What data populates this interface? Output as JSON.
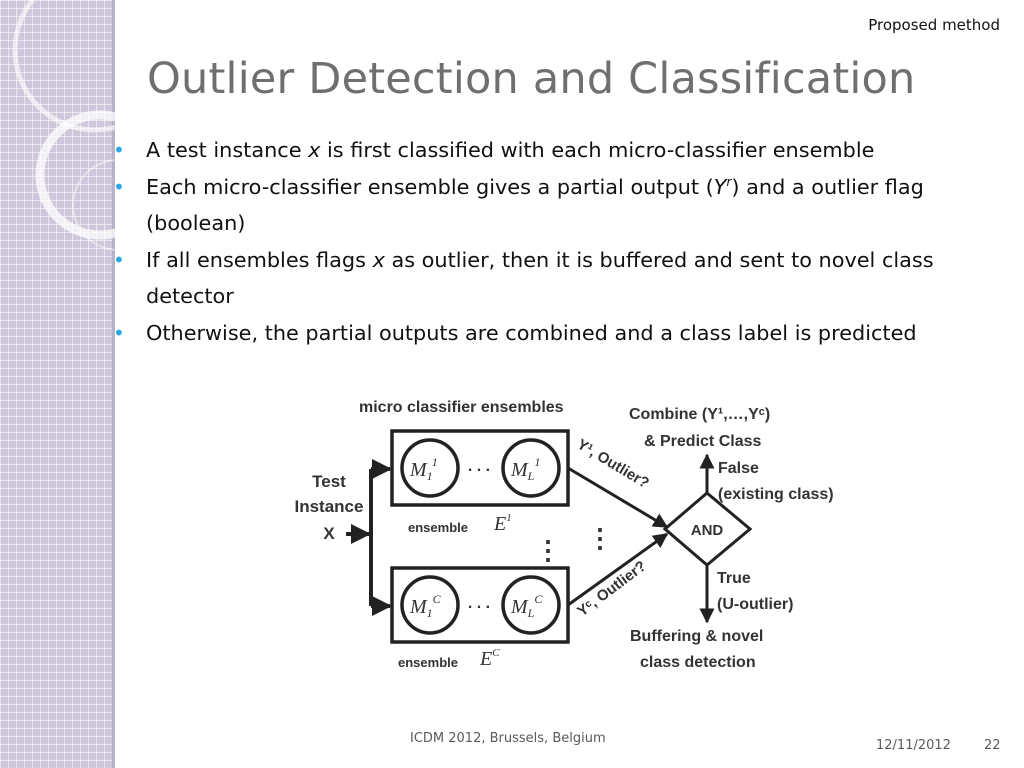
{
  "header": {
    "section": "Proposed method"
  },
  "slide": {
    "title": "Outlier Detection and Classification"
  },
  "bullets": [
    {
      "pre": "A test instance ",
      "var": "x",
      "post": " is first classified with each micro-classifier ensemble"
    },
    {
      "pre": "Each micro-classifier ensemble gives a partial output (",
      "var": "Y",
      "sup": "r",
      "post": ") and a outlier flag (boolean)"
    },
    {
      "pre": "If all ensembles flags ",
      "var": "x",
      "post": " as outlier, then it is buffered and sent to novel class detector"
    },
    {
      "text": "Otherwise, the partial outputs are combined and a class label is predicted"
    }
  ],
  "diagram": {
    "top_label": "micro classifier  ensembles",
    "input_line1": "Test",
    "input_line2": "Instance",
    "input_line3": "X",
    "ens1": {
      "m_first": "M",
      "m_first_sub": "1",
      "m_first_sup": "1",
      "dots": ". . .",
      "m_last": "M",
      "m_last_sub": "L",
      "m_last_sup": "1",
      "label": "ensemble",
      "symbol": "E",
      "symbol_sup": "1"
    },
    "ensC": {
      "m_first": "M",
      "m_first_sub": "1",
      "m_first_sup": "C",
      "dots": ". . .",
      "m_last": "M",
      "m_last_sub": "L",
      "m_last_sup": "C",
      "label": "ensemble",
      "symbol": "E",
      "symbol_sup": "C"
    },
    "vdots": "⋮",
    "arrow1_label": "Y¹, Outlier?",
    "arrowC_label": "Yᶜ, Outlier?",
    "and_label": "AND",
    "combine_line1": "Combine (Y¹,…,Yᶜ)",
    "combine_line2": "& Predict Class",
    "false_line1": "False",
    "false_line2": "(existing class)",
    "true_line1": "True",
    "true_line2": "(U-outlier)",
    "buffer_line1": "Buffering & novel",
    "buffer_line2": "class detection"
  },
  "footer": {
    "venue": "ICDM 2012, Brussels, Belgium",
    "date": "12/11/2012",
    "page": "22"
  },
  "colors": {
    "bullet": "#2aa7e3",
    "title": "#6f6f6f",
    "sidebar": "#cfc7dc"
  }
}
